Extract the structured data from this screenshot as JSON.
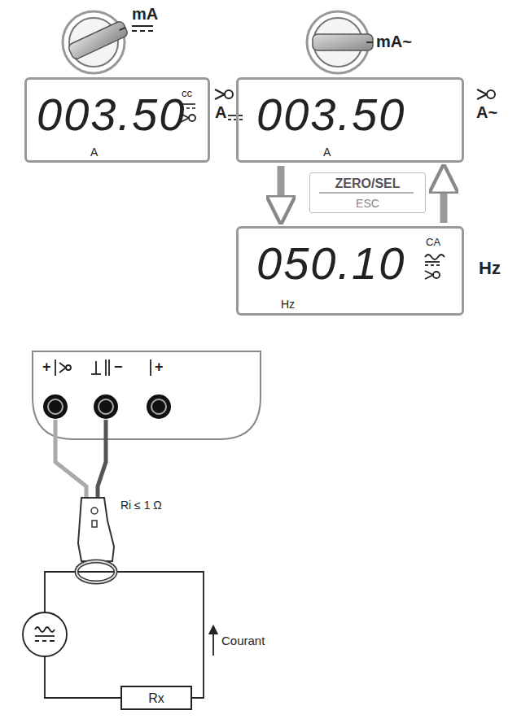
{
  "diagram": {
    "nodes": [
      {
        "text": [
          "003.50",
          "A",
          "cc"
        ]
      },
      {
        "text": [
          "003.50",
          "A"
        ]
      },
      {
        "text": [
          "ZERO/SEL",
          "ESC"
        ]
      },
      {
        "text": [
          "050.10",
          "Hz",
          "CA"
        ]
      },
      {
        "text": [
          "Rx"
        ]
      }
    ],
    "edges": [
      {
        "from": 1,
        "to": 3,
        "arrow": "to"
      },
      {
        "from": 3,
        "to": 1,
        "arrow": "to"
      }
    ],
    "labels": [
      "mA",
      "mA~",
      "A",
      "A~",
      "Hz",
      "+",
      "−",
      "+",
      "Ri ≤ 1 Ω",
      "Courant"
    ]
  }
}
